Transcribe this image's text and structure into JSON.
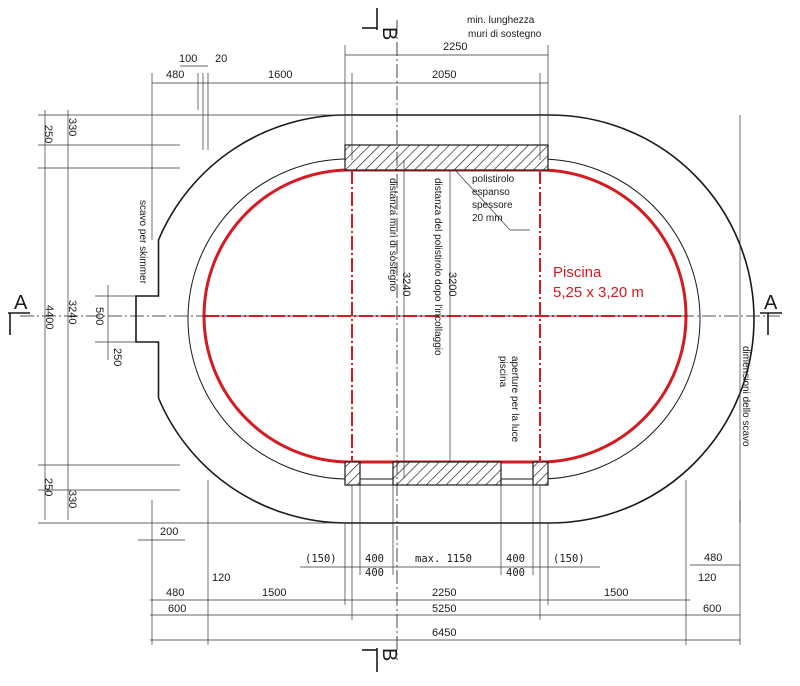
{
  "title": {
    "line1": "Piscina",
    "line2": "5,25 x 3,20 m"
  },
  "sections": {
    "a_left": "A",
    "a_right": "A",
    "b_top": "B",
    "b_bottom": "B"
  },
  "notes": {
    "min_walls_l1": "min. lunghezza",
    "min_walls_l2": "muri di sostegno",
    "polystyrene_l1": "polistirolo",
    "polystyrene_l2": "espanso",
    "polystyrene_l3": "spessore",
    "polystyrene_l4": "20 mm",
    "wall_distance": "distanza muri di sostegno",
    "polystyrene_distance": "distanza del polistirolo dopo l'incollaggio",
    "light_openings_l1": "aperture per la luce",
    "light_openings_l2": "piscina",
    "skimmer": "scavo per skimmer",
    "excavation": "dimensioni dello scavo"
  },
  "colors": {
    "pool_outline": "#d71920",
    "drawing_lines": "#1a1a1a"
  },
  "dims": {
    "top_100": "100",
    "top_20": "20",
    "top_480": "480",
    "top_1600": "1600",
    "top_2050": "2050",
    "top_2250": "2250",
    "left_330_top": "330",
    "left_250_top": "250",
    "left_3240": "3240",
    "left_4400": "4400",
    "left_500": "500",
    "left_250_mid": "250",
    "left_250_bottom": "250",
    "left_330_bottom": "330",
    "inner_3240": "3240",
    "inner_3200": "3200",
    "d_200": "200",
    "b_150_left": "(150)",
    "b_400_a": "400",
    "b_400_b": "400",
    "b_max": "max. 1150",
    "b_400_c": "400",
    "b_400_d": "400",
    "b_150_right": "(150)",
    "b_480_right": "480",
    "b_120_right": "120",
    "b_480_left": "480",
    "b_120_left": "120",
    "b_1500_left": "1500",
    "b_2250": "2250",
    "b_1500_right": "1500",
    "b_600_left": "600",
    "b_5250": "5250",
    "b_600_right": "600",
    "b_6450": "6450"
  }
}
